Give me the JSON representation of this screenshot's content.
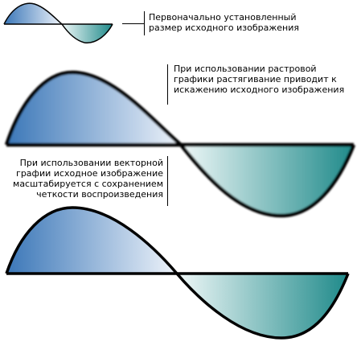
{
  "captions": {
    "original": "Первоначально установленный\nразмер исходного изображения",
    "raster": "При использовании растровой\nграфики растягивание приводит к\nискажению исходного изображения",
    "vector": "При использовании векторной\nграфии исходное изображение\nмасштабируется с сохранением\nчеткости воспроизведения"
  },
  "colors": {
    "fill_left_dark": "#3b77b8",
    "fill_left_light": "#eef3fa",
    "fill_right_light": "#f0f8f8",
    "fill_right_dark": "#1f8a8a",
    "stroke": "#000000"
  },
  "waves": [
    {
      "name": "original-wave",
      "style": "smooth"
    },
    {
      "name": "raster-wave",
      "style": "blurred"
    },
    {
      "name": "vector-wave",
      "style": "sharp"
    }
  ]
}
